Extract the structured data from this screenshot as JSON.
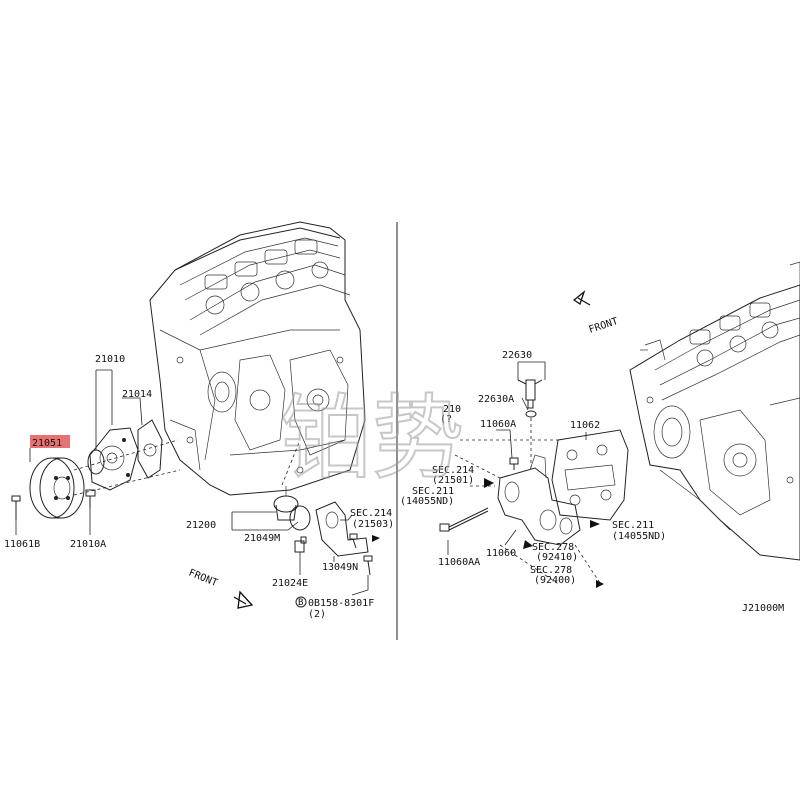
{
  "diagram_code": "J21000M",
  "highlight_color": "#e05a5a",
  "watermark": "铂势",
  "left_panel": {
    "front_label": "FRONT",
    "parts": {
      "p21051": "21051",
      "p21010": "21010",
      "p21014": "21014",
      "p11061B": "11061B",
      "p21010A": "21010A",
      "p21200": "21200",
      "p21049M": "21049M",
      "p21024E": "21024E",
      "p13049N": "13049N",
      "sec214_a": "SEC.214",
      "sec214_b": "(21503)",
      "bolt_a": "0B158-8301F",
      "bolt_b": "(2)",
      "bolt_prefix": "B"
    }
  },
  "right_panel": {
    "front_label": "FRONT",
    "parts": {
      "p22630": "22630",
      "p22630A": "22630A",
      "p11060A": "11060A",
      "p11062": "11062",
      "sec210_a": "210",
      "sec210_b": "(?",
      "sec214_a": "SEC.214",
      "sec214_b": "(21501)",
      "sec211_a": "SEC.211",
      "sec211_b": "(14055ND)",
      "p11060AA": "11060AA",
      "p11060": "11060",
      "sec278_1a": "SEC.278",
      "sec278_1b": "(92410)",
      "sec278_2a": "SEC.278",
      "sec278_2b": "(92400)",
      "sec211r_a": "SEC.211",
      "sec211r_b": "(14055ND)"
    }
  }
}
